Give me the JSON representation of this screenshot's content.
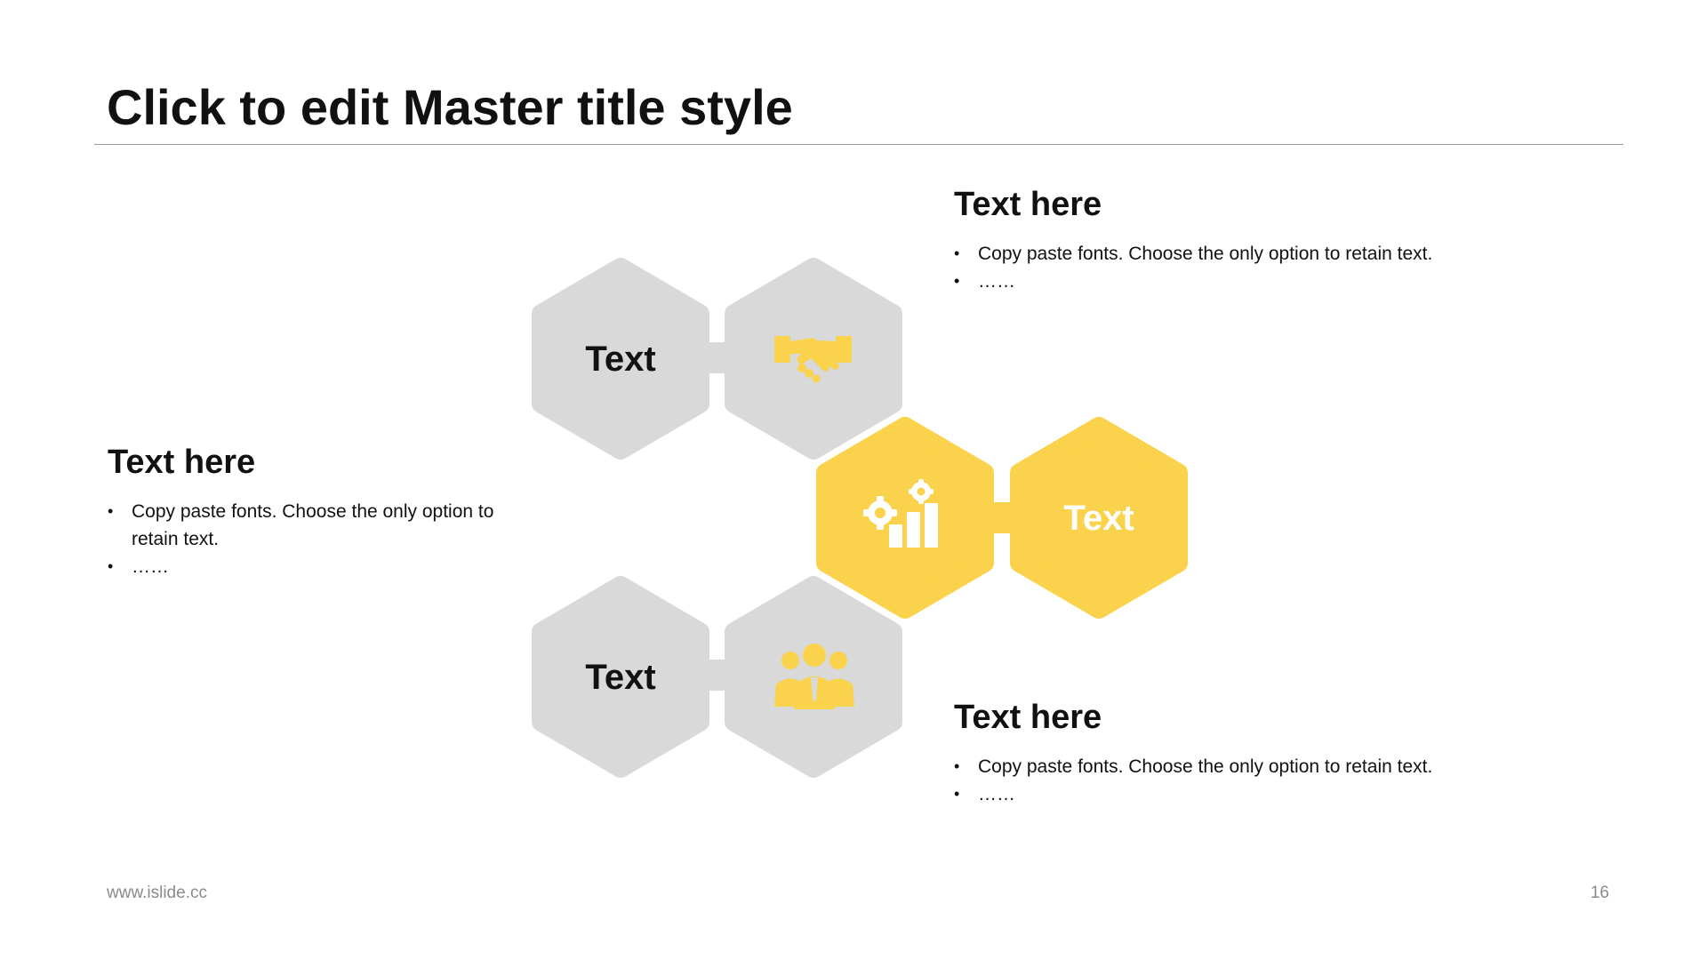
{
  "slide": {
    "title": "Click to edit Master title style",
    "footer_url": "www.islide.cc",
    "page_number": "16"
  },
  "colors": {
    "accent": "#FAD24B",
    "neutral_hex": "#D9D9D9",
    "text": "#111111",
    "muted": "#8A8A8A"
  },
  "hexagons": {
    "top_label": "Text",
    "top_icon": "handshake-icon",
    "middle_label": "Text",
    "middle_icon": "gears-bar-chart-icon",
    "bottom_label": "Text",
    "bottom_icon": "team-icon"
  },
  "blocks": {
    "left": {
      "heading": "Text here",
      "bullets": [
        "Copy paste fonts. Choose the only option to",
        "retain text.",
        "……"
      ]
    },
    "top_right": {
      "heading": "Text here",
      "bullets": [
        "Copy paste fonts. Choose the only option to retain text.",
        "……"
      ]
    },
    "bottom_right": {
      "heading": "Text here",
      "bullets": [
        "Copy paste fonts. Choose the only option to retain text.",
        "……"
      ]
    }
  }
}
